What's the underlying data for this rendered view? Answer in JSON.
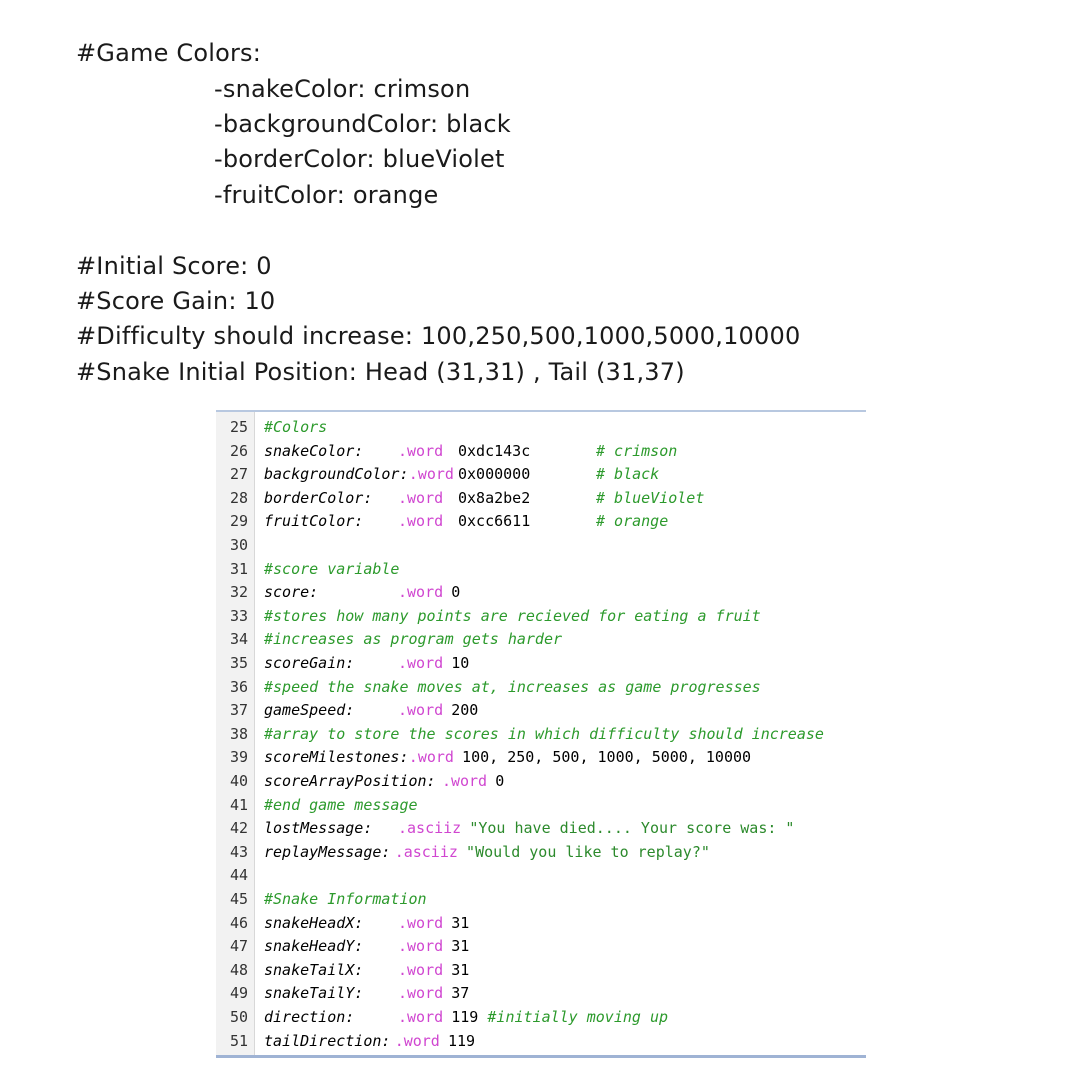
{
  "notes": {
    "game_colors_heading": "#Game Colors:",
    "colors": [
      "-snakeColor: crimson",
      "-backgroundColor: black",
      "-borderColor: blueViolet",
      "-fruitColor: orange"
    ],
    "initial_score": "#Initial Score: 0",
    "score_gain": "#Score Gain: 10",
    "difficulty": "#Difficulty should increase: 100,250,500,1000,5000,10000",
    "initial_position": "#Snake Initial Position: Head (31,31) , Tail (31,37)"
  },
  "code": {
    "lines": [
      {
        "n": "25",
        "comment": "#Colors"
      },
      {
        "n": "26",
        "label": "snakeColor:",
        "dir": ".word",
        "value": "0xdc143c",
        "trail": "# crimson"
      },
      {
        "n": "27",
        "label": "backgroundColor:",
        "dir": ".word",
        "value": "0x000000",
        "trail": "# black"
      },
      {
        "n": "28",
        "label": "borderColor:",
        "dir": ".word",
        "value": "0x8a2be2",
        "trail": "# blueViolet"
      },
      {
        "n": "29",
        "label": "fruitColor:",
        "dir": ".word",
        "value": "0xcc6611",
        "trail": "# orange"
      },
      {
        "n": "30"
      },
      {
        "n": "31",
        "comment": "#score variable"
      },
      {
        "n": "32",
        "label": "score:",
        "dir": ".word",
        "value": "0"
      },
      {
        "n": "33",
        "comment": "#stores how many points are recieved for eating a fruit"
      },
      {
        "n": "34",
        "comment": "#increases as program gets harder"
      },
      {
        "n": "35",
        "label": "scoreGain:",
        "dir": ".word",
        "value": "10"
      },
      {
        "n": "36",
        "comment": "#speed the snake moves at, increases as game progresses"
      },
      {
        "n": "37",
        "label": "gameSpeed:",
        "dir": ".word",
        "value": "200"
      },
      {
        "n": "38",
        "comment": "#array to store the scores in which difficulty should increase"
      },
      {
        "n": "39",
        "label": "scoreMilestones:",
        "dir": ".word",
        "value": "100, 250, 500, 1000, 5000, 10000"
      },
      {
        "n": "40",
        "label": "scoreArrayPosition:",
        "dir": ".word",
        "value": "0"
      },
      {
        "n": "41",
        "comment": "#end game message"
      },
      {
        "n": "42",
        "label": "lostMessage:",
        "dir": ".asciiz",
        "string": "\"You have died.... Your score was: \""
      },
      {
        "n": "43",
        "label": "replayMessage:",
        "dir": ".asciiz",
        "string": "\"Would you like to replay?\""
      },
      {
        "n": "44"
      },
      {
        "n": "45",
        "comment": "#Snake Information"
      },
      {
        "n": "46",
        "label": "snakeHeadX:",
        "dir": ".word",
        "value": "31"
      },
      {
        "n": "47",
        "label": "snakeHeadY:",
        "dir": ".word",
        "value": "31"
      },
      {
        "n": "48",
        "label": "snakeTailX:",
        "dir": ".word",
        "value": "31"
      },
      {
        "n": "49",
        "label": "snakeTailY:",
        "dir": ".word",
        "value": "37"
      },
      {
        "n": "50",
        "label": "direction:",
        "dir": ".word",
        "value": "119",
        "trail": "#initially moving up"
      },
      {
        "n": "51",
        "label": "tailDirection:",
        "dir": ".word",
        "value": "119"
      }
    ]
  }
}
